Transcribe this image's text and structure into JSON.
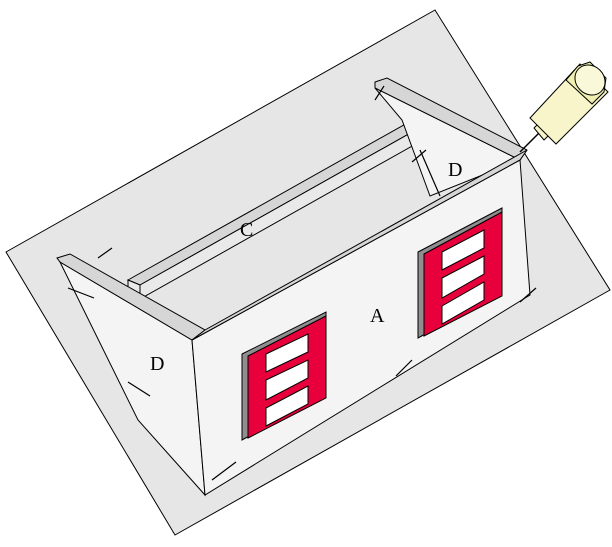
{
  "diagram": {
    "part_labels": {
      "front_wall": "A",
      "rear_rail": "C",
      "end_wall_left": "D",
      "end_wall_right": "D"
    },
    "colors": {
      "board": "#e6e6e6",
      "wall": "#f4f4f4",
      "rail": "#e9e9e9",
      "rail_top": "#d6d6d6",
      "window_frame": "#e8003c",
      "window_edge": "#8f8f8f",
      "outline": "#000000",
      "glue_body": "#f7f5c9",
      "glue_cap": "#f0efb0"
    },
    "icons": [
      "glue-bottle-icon",
      "window-icon"
    ]
  }
}
